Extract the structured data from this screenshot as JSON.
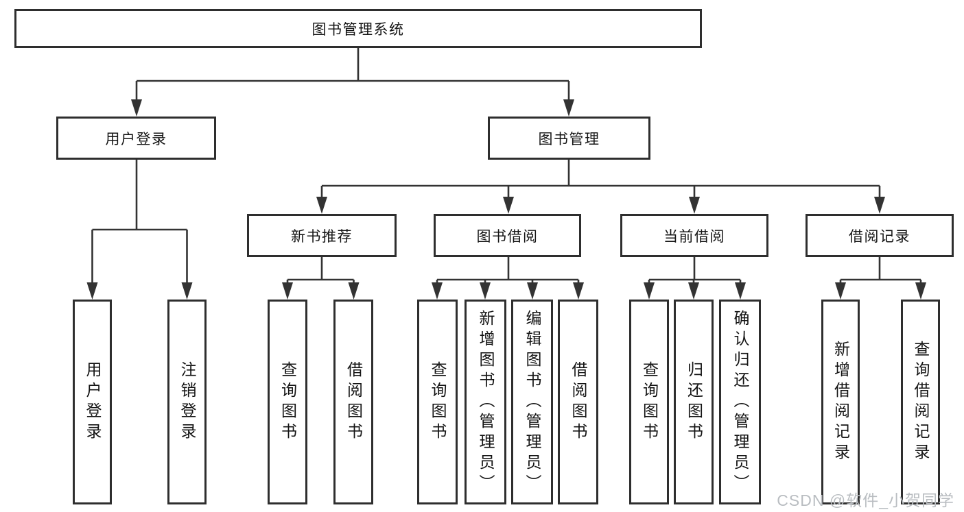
{
  "diagram_title": "图书管理系统",
  "nodes": {
    "root": {
      "label": "图书管理系统"
    },
    "level2": [
      {
        "label": "用户登录"
      },
      {
        "label": "图书管理"
      }
    ],
    "level3": [
      {
        "label": "新书推荐",
        "parent": "图书管理"
      },
      {
        "label": "图书借阅",
        "parent": "图书管理"
      },
      {
        "label": "当前借阅",
        "parent": "图书管理"
      },
      {
        "label": "借阅记录",
        "parent": "图书管理"
      }
    ],
    "leaves": [
      {
        "label": "用户登录",
        "parent": "用户登录"
      },
      {
        "label": "注销登录",
        "parent": "用户登录"
      },
      {
        "label": "查询图书",
        "parent": "新书推荐"
      },
      {
        "label": "借阅图书",
        "parent": "新书推荐"
      },
      {
        "label": "查询图书",
        "parent": "图书借阅"
      },
      {
        "label": "新增图书（管理员）",
        "parent": "图书借阅"
      },
      {
        "label": "编辑图书（管理员）",
        "parent": "图书借阅"
      },
      {
        "label": "借阅图书",
        "parent": "图书借阅"
      },
      {
        "label": "查询图书",
        "parent": "当前借阅"
      },
      {
        "label": "归还图书",
        "parent": "当前借阅"
      },
      {
        "label": "确认归还（管理员）",
        "parent": "当前借阅"
      },
      {
        "label": "新增借阅记录",
        "parent": "借阅记录"
      },
      {
        "label": "查询借阅记录",
        "parent": "借阅记录"
      }
    ]
  },
  "watermark": "CSDN @软件_小贺同学",
  "colors": {
    "line": "#333333",
    "box_border": "#2e2e2e",
    "text": "#141414",
    "watermark_text": "#b9bdc1",
    "background": "#ffffff"
  }
}
